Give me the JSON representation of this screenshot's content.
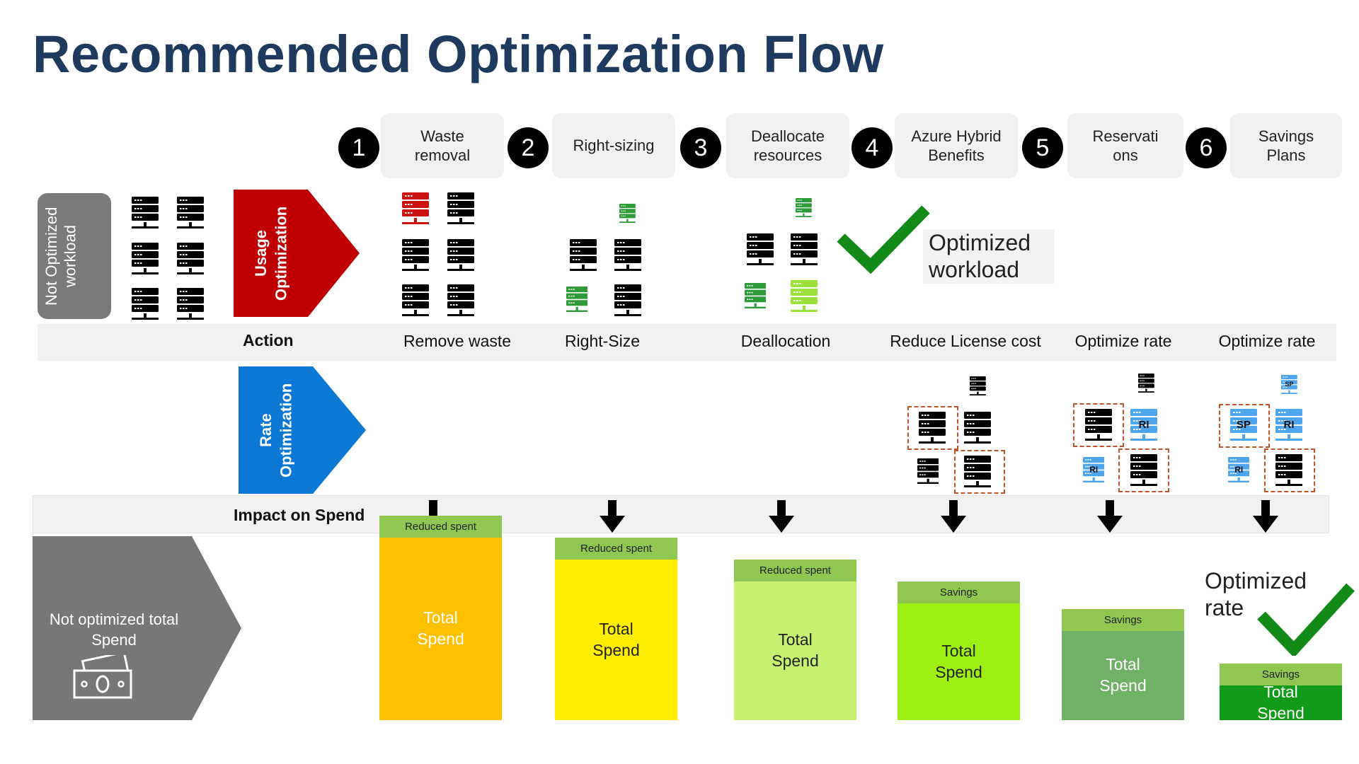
{
  "title": "Recommended Optimization Flow",
  "steps": [
    {
      "num": "1",
      "label": "Waste removal"
    },
    {
      "num": "2",
      "label": "Right-sizing"
    },
    {
      "num": "3",
      "label": "Deallocate resources"
    },
    {
      "num": "4",
      "label": "Azure Hybrid Benefits"
    },
    {
      "num": "5",
      "label": "Reservati ons"
    },
    {
      "num": "6",
      "label": "Savings Plans"
    }
  ],
  "left": {
    "not_optimized_workload": "Not Optimized workload",
    "usage_optimization": "Usage Optimization",
    "rate_optimization": "Rate Optimization",
    "not_optimized_spend": "Not optimized total Spend"
  },
  "optimized_workload": "Optimized workload",
  "optimized_rate": "Optimized rate",
  "action": {
    "label": "Action",
    "items": [
      "Remove waste",
      "Right-Size",
      "Deallocation",
      "Reduce License cost",
      "Optimize rate",
      "Optimize rate"
    ]
  },
  "impact": {
    "label": "Impact on Spend"
  },
  "bars": [
    {
      "top": "Reduced spent",
      "body": "Total Spend",
      "top_color": "#8fc751",
      "body_color": "#ffc000",
      "text_color": "#ffffff",
      "spend_ratio": 1.0
    },
    {
      "top": "Reduced spent",
      "body": "Total Spend",
      "top_color": "#8fc751",
      "body_color": "#ffee00",
      "text_color": "#222222",
      "spend_ratio": 0.88
    },
    {
      "top": "Reduced spent",
      "body": "Total Spend",
      "top_color": "#8fc751",
      "body_color": "#c6f171",
      "text_color": "#222222",
      "spend_ratio": 0.76
    },
    {
      "top": "Savings",
      "body": "Total Spend",
      "top_color": "#8fc751",
      "body_color": "#9ef013",
      "text_color": "#222222",
      "spend_ratio": 0.64
    },
    {
      "top": "Savings",
      "body": "Total Spend",
      "top_color": "#8fc751",
      "body_color": "#70b067",
      "text_color": "#ffffff",
      "spend_ratio": 0.49
    },
    {
      "top": "Savings",
      "body": "Total Spend",
      "top_color": "#8fc751",
      "body_color": "#129a19",
      "text_color": "#ffffff",
      "spend_ratio": 0.19
    }
  ],
  "badges": {
    "sp": "SP",
    "ri": "RI"
  },
  "colors": {
    "title": "#1f3a5f",
    "usage_arrow": "#c00000",
    "rate_arrow": "#0a78d4",
    "gray_arrow": "#777777",
    "check": "#128a18",
    "server_black": "#000000",
    "server_red": "#cc1111",
    "server_green": "#2f9a3a",
    "server_lightgreen": "#9ae23a",
    "server_blue": "#4ea7ee"
  },
  "icons": [
    "server-icon",
    "checkmark-icon",
    "money-icon",
    "down-arrow-icon"
  ]
}
